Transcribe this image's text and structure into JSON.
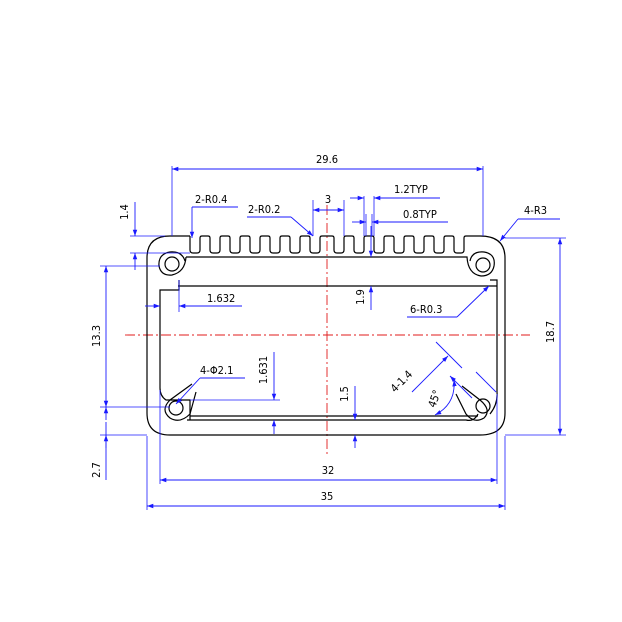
{
  "dimensions": {
    "top_width": "29.6",
    "outer_width": "35",
    "inner_width": "32",
    "outer_height": "18.7",
    "inner_height": "13.3",
    "bottom_offset": "2.7",
    "fin_height": "1.4",
    "fin_spacing": "3",
    "fin_width": "1.2TYP",
    "fin_gap": "0.8TYP",
    "radius_top_fins": "2-R0.4",
    "radius_fin_root": "2-R0.2",
    "corner_radius": "4-R3",
    "slot_radius": "6-R0.3",
    "top_wall": "1.9",
    "bottom_wall": "1.5",
    "left_slot_width": "1.632",
    "left_slot_height": "1.631",
    "hole_diameter": "4-Φ2.1",
    "slot_width": "4-1.4",
    "angle": "45°"
  },
  "colors": {
    "outline": "#000000",
    "dimension": "#1a1aff",
    "centerline": "#e01b1b"
  }
}
